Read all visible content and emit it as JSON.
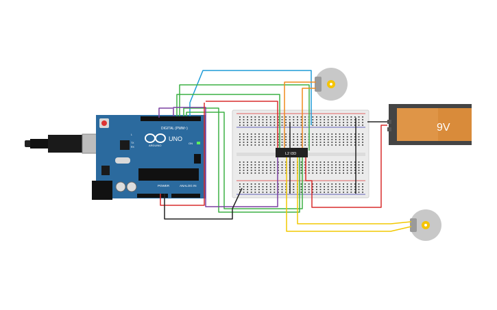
{
  "arduino": {
    "model": "UNO",
    "brand": "ARDUINO",
    "digital_label": "DIGITAL (PWM~)",
    "power_label": "POWER",
    "analog_label": "ANALOG IN",
    "on_label": "ON",
    "tx_label": "TX",
    "rx_label": "RX",
    "l_label": "L"
  },
  "chip": {
    "label": "L293D"
  },
  "battery": {
    "label": "9V"
  },
  "colors": {
    "arduino_board": "#2b6a9e",
    "breadboard": "#ebebeb",
    "battery_body": "#d98b3a",
    "battery_cap": "#333333",
    "wire_red": "#d92b2b",
    "wire_black": "#222222",
    "wire_green": "#3cb043",
    "wire_blue": "#1e9bd7",
    "wire_purple": "#7a3fa0",
    "wire_orange": "#f08a1c",
    "wire_yellow": "#f2c800",
    "motor_body": "#c8c8c8",
    "motor_shaft": "#f5c400"
  }
}
